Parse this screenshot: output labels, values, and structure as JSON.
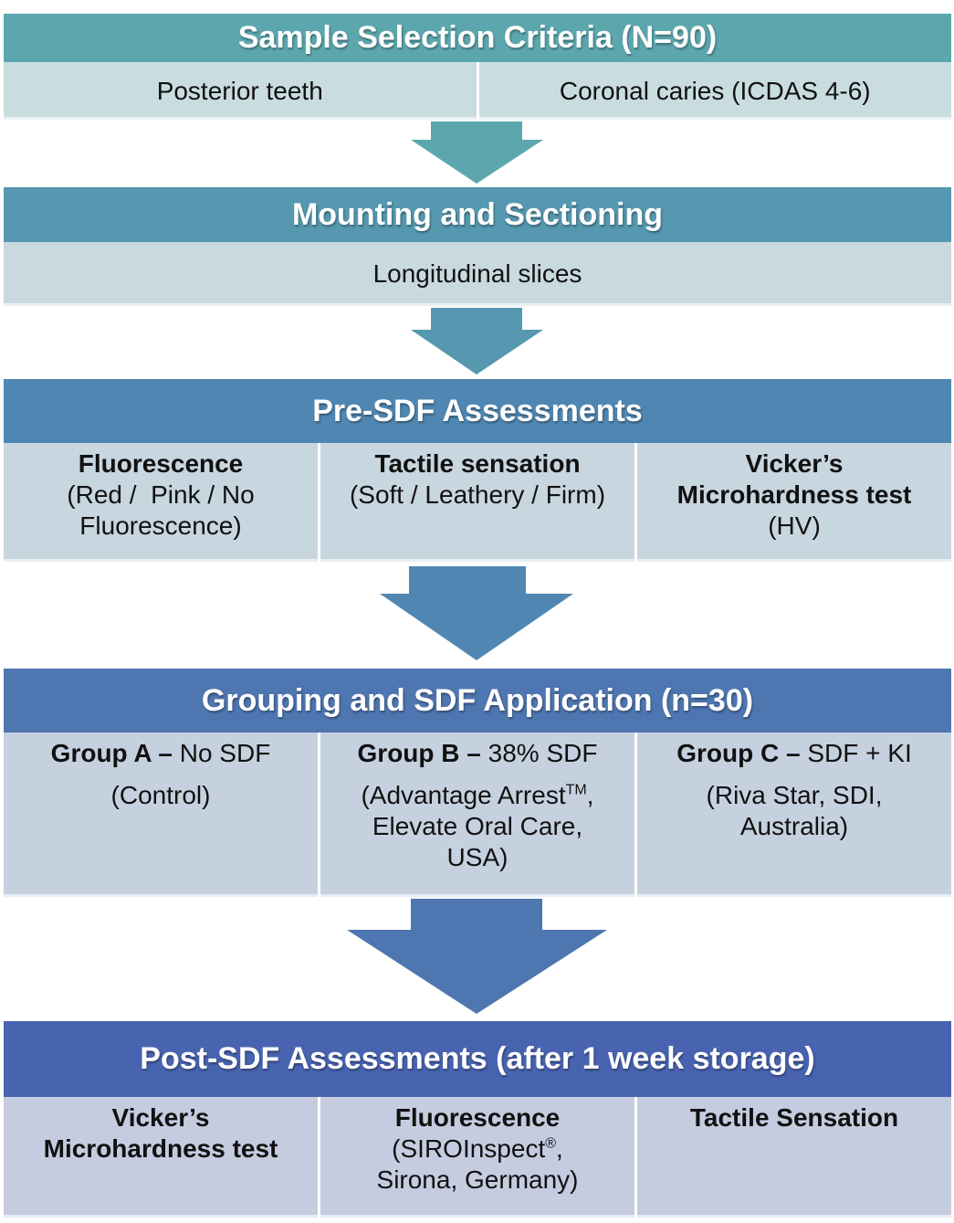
{
  "colors": {
    "s1_header": "#5ca7ae",
    "s1_body": "#c9dde0",
    "s2_header": "#5598af",
    "s2_body": "#c9d9df",
    "s3_header": "#4f87b2",
    "s3_body": "#c8d6e0",
    "s4_header": "#4e76b0",
    "s4_body": "#c6d1e0",
    "s5_header": "#4863b0",
    "s5_body": "#c5cce0"
  },
  "sections": {
    "selection": {
      "title": "Sample Selection Criteria (N=90)",
      "cells": [
        "Posterior teeth",
        "Coronal caries (ICDAS 4-6)"
      ]
    },
    "mounting": {
      "title": "Mounting and Sectioning",
      "cells": [
        "Longitudinal slices"
      ]
    },
    "pre": {
      "title": "Pre-SDF Assessments",
      "fluorescence": {
        "head": "Fluorescence",
        "detail_1": "(Red /  Pink / No",
        "detail_2": "Fluorescence)"
      },
      "tactile": {
        "head": "Tactile sensation",
        "detail_1": "(Soft / Leathery / Firm)"
      },
      "vickers": {
        "head_1": "Vicker’s",
        "head_2": "Microhardness test",
        "detail_1": "(HV)"
      }
    },
    "grouping": {
      "title": "Grouping and SDF Application (n=30)",
      "group_a": {
        "name": "Group A",
        "dash": " – ",
        "desc": "No SDF",
        "detail_1": "(Control)"
      },
      "group_b": {
        "name": "Group B",
        "dash": " – ",
        "desc": "38% SDF",
        "detail_1": "(Advantage Arrest",
        "tm": "TM",
        "detail_1_end": ",",
        "detail_2": "Elevate Oral Care,",
        "detail_3": "USA)"
      },
      "group_c": {
        "name": "Group C",
        "dash": " – ",
        "desc": "SDF + KI",
        "detail_1": "(Riva Star, SDI,",
        "detail_2": "Australia)"
      }
    },
    "post": {
      "title": "Post-SDF Assessments (after 1 week storage)",
      "vickers": {
        "head_1": "Vicker’s",
        "head_2": "Microhardness test"
      },
      "fluorescence": {
        "head": "Fluorescence",
        "detail_1": "(SIROInspect",
        "reg": "®",
        "detail_1_end": ",",
        "detail_2": "Sirona, Germany)"
      },
      "tactile": {
        "head": "Tactile Sensation"
      }
    }
  }
}
